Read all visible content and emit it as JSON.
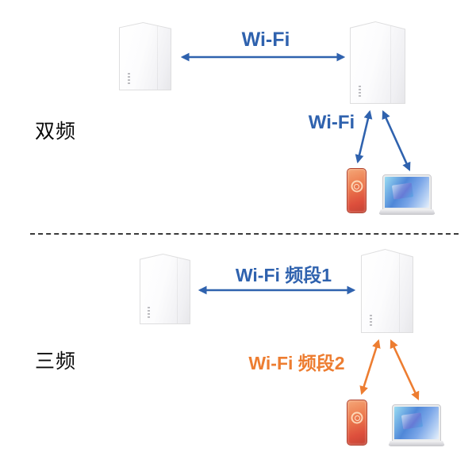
{
  "colors": {
    "blue": "#2f62ae",
    "orange": "#ed7d31",
    "title": "#0a0a0a",
    "divider": "#3a3a3a"
  },
  "sections": {
    "dual_band": {
      "title": "双频",
      "node_link_label": "Wi-Fi",
      "client_link_label": "Wi-Fi"
    },
    "tri_band": {
      "title": "三频",
      "node_link_label": "Wi-Fi 频段1",
      "client_link_label": "Wi-Fi 频段2"
    }
  },
  "icons": {
    "mesh-router-icon": "white-tower-css-shape",
    "smartphone-icon": "orange-phone-css-shape",
    "laptop-icon": "open-laptop-css-shape",
    "link-arrow-icon": "double-headed-arrow-svg"
  }
}
